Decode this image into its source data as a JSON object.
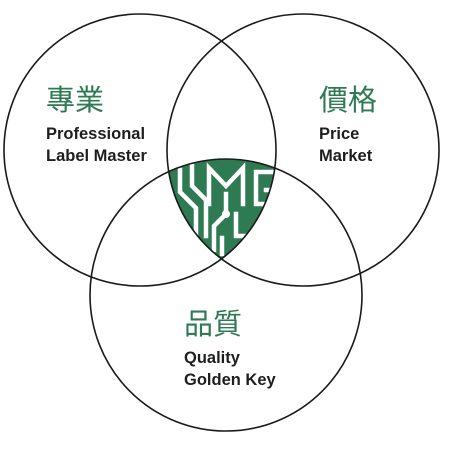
{
  "colors": {
    "brand_green": "#2e7a52",
    "circle_stroke": "#1a1a1a",
    "text_dark": "#1e1e1e",
    "background": "#ffffff"
  },
  "circles": {
    "professional": {
      "title_zh": "專業",
      "line1": "Professional",
      "line2": "Label Master"
    },
    "price": {
      "title_zh": "價格",
      "line1": "Price",
      "line2": "Market"
    },
    "quality": {
      "title_zh": "品質",
      "line1": "Quality",
      "line2": "Golden Key"
    }
  },
  "center_logo": {
    "icon": "mg-circuit-shield-icon"
  }
}
